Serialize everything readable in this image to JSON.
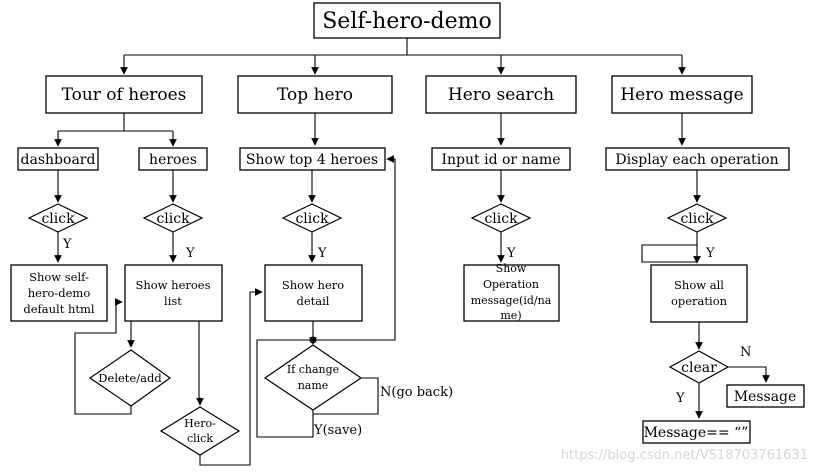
{
  "title": "Self-hero-demo",
  "modules": {
    "tour": "Tour of heroes",
    "top": "Top hero",
    "search": "Hero search",
    "message": "Hero message"
  },
  "tour": {
    "dashboard": "dashboard",
    "heroes": "heroes",
    "click": "click",
    "yes": "Y",
    "show_default": [
      "Show self-",
      "hero-demo",
      "default html"
    ],
    "show_list": [
      "Show heroes",
      "list"
    ],
    "delete_add": "Delete/add",
    "hero_click": [
      "Hero-",
      "click"
    ]
  },
  "top": {
    "show_top": "Show top 4 heroes",
    "click": "click",
    "yes": "Y",
    "show_detail": [
      "Show hero",
      "detail"
    ],
    "if_change": [
      "If change",
      "name"
    ],
    "no_back": "N(go back)",
    "yes_save": "Y(save)"
  },
  "search": {
    "input": "Input id or name",
    "click": "click",
    "yes": "Y",
    "show_op": [
      "Show",
      "Operation",
      "message(id/na",
      "me)"
    ]
  },
  "message": {
    "display": "Display each operation",
    "click": "click",
    "yes": "Y",
    "show_all": [
      "Show all",
      "operation"
    ],
    "clear": "clear",
    "no": "N",
    "yes2": "Y",
    "msg_box": "Message",
    "msg_empty": "Message== “”"
  },
  "watermark": "https://blog.csdn.net/VS18703761631"
}
